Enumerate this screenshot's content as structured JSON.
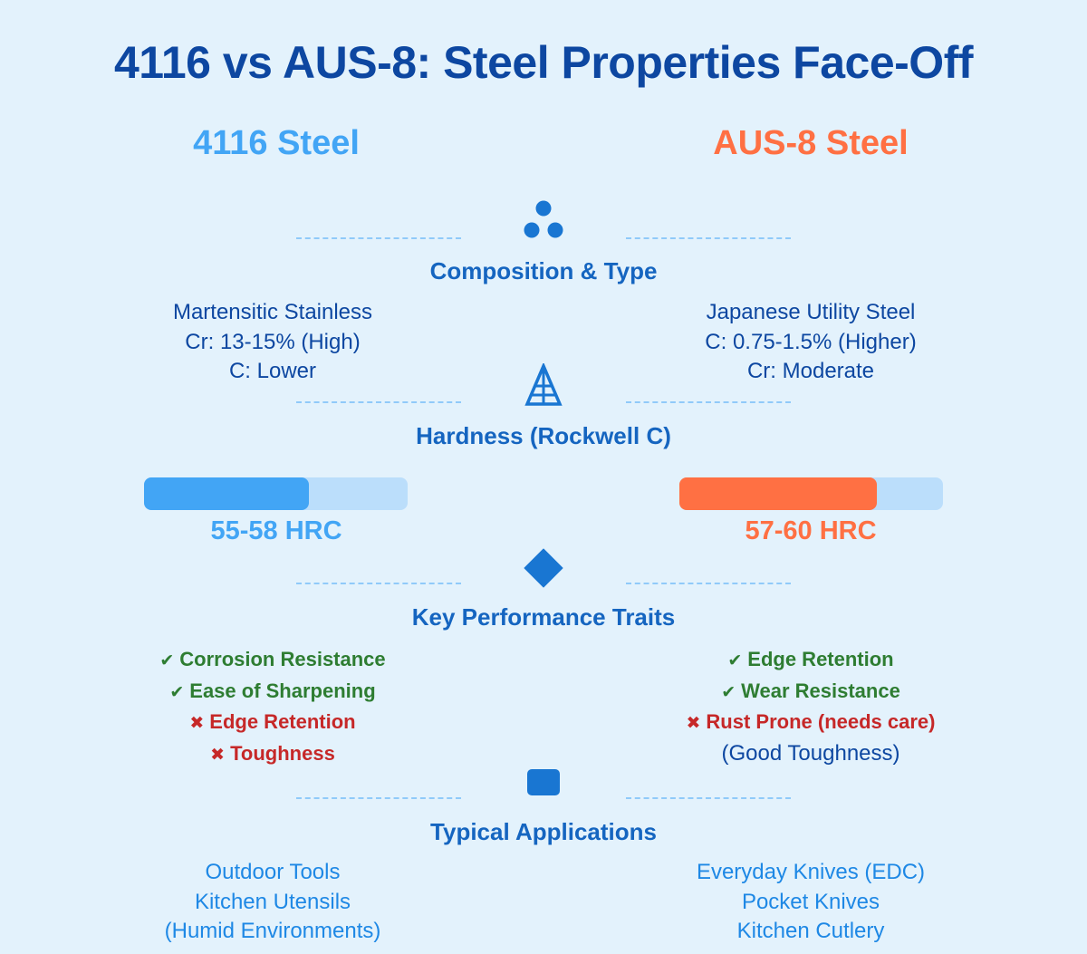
{
  "title": "4116 vs AUS-8: Steel Properties Face-Off",
  "colors": {
    "background": "#e3f2fc",
    "title": "#0d47a1",
    "steel_4116": "#42a5f5",
    "steel_aus8": "#ff7043",
    "icon": "#1976d2",
    "section_title": "#1565c0",
    "good": "#2e7d32",
    "bad": "#c62828",
    "bar_track": "#bbdefb"
  },
  "columns": {
    "left": {
      "name": "4116 Steel"
    },
    "right": {
      "name": "AUS-8 Steel"
    }
  },
  "sections": {
    "composition": {
      "icon": "three-dots-icon",
      "title": "Composition & Type",
      "left": [
        "Martensitic Stainless",
        "Cr: 13-15% (High)",
        "C: Lower"
      ],
      "right": [
        "Japanese Utility Steel",
        "C: 0.75-1.5% (Higher)",
        "Cr: Moderate"
      ]
    },
    "hardness": {
      "icon": "pyramid-icon",
      "title": "Hardness (Rockwell C)",
      "left": {
        "label": "55-58 HRC",
        "fill_percent": 62
      },
      "right": {
        "label": "57-60 HRC",
        "fill_percent": 75
      }
    },
    "traits": {
      "icon": "diamond-icon",
      "title": "Key Performance Traits",
      "left": [
        {
          "mark": "✔",
          "text": "Corrosion Resistance",
          "type": "good"
        },
        {
          "mark": "✔",
          "text": "Ease of Sharpening",
          "type": "good"
        },
        {
          "mark": "✖",
          "text": "Edge Retention",
          "type": "bad"
        },
        {
          "mark": "✖",
          "text": "Toughness",
          "type": "bad"
        }
      ],
      "right": [
        {
          "mark": "✔",
          "text": "Edge Retention",
          "type": "good"
        },
        {
          "mark": "✔",
          "text": "Wear Resistance",
          "type": "good"
        },
        {
          "mark": "✖",
          "text": "Rust Prone (needs care)",
          "type": "bad"
        },
        {
          "mark": "",
          "text": "(Good Toughness)",
          "type": "neutral"
        }
      ]
    },
    "applications": {
      "icon": "rounded-square-icon",
      "title": "Typical Applications",
      "left": [
        "Outdoor Tools",
        "Kitchen Utensils",
        "(Humid Environments)"
      ],
      "right": [
        "Everyday Knives (EDC)",
        "Pocket Knives",
        "Kitchen Cutlery"
      ]
    }
  }
}
